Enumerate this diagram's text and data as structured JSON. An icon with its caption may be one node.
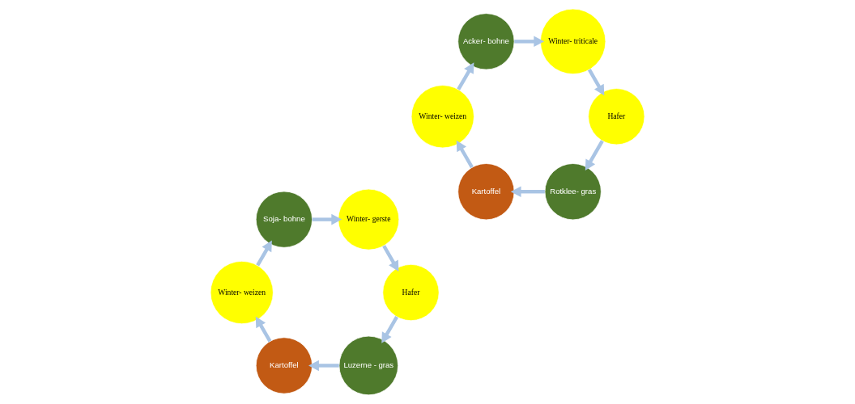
{
  "diagram": {
    "nodes": [
      {
        "text": [
          "Luzerne - gras"
        ]
      },
      {
        "text": [
          "Kartoffel"
        ]
      },
      {
        "text": [
          "Winter- weizen"
        ]
      },
      {
        "text": [
          "Soja- bohne"
        ]
      },
      {
        "text": [
          "Winter- gerste"
        ]
      },
      {
        "text": [
          "Hafer"
        ]
      },
      {
        "text": [
          "Rotklee- gras"
        ]
      },
      {
        "text": [
          "Kartoffel"
        ]
      },
      {
        "text": [
          "Winter- weizen"
        ]
      },
      {
        "text": [
          "Acker- bohne"
        ]
      },
      {
        "text": [
          "Winter- triticale"
        ]
      },
      {
        "text": [
          "Hafer"
        ]
      }
    ],
    "edges": [
      {
        "from": 5,
        "to": 0,
        "arrow": "to"
      },
      {
        "from": 0,
        "to": 1,
        "arrow": "to"
      },
      {
        "from": 1,
        "to": 2,
        "arrow": "to"
      },
      {
        "from": 2,
        "to": 3,
        "arrow": "to"
      },
      {
        "from": 3,
        "to": 4,
        "arrow": "to"
      },
      {
        "from": 4,
        "to": 5,
        "arrow": "to"
      },
      {
        "from": 11,
        "to": 6,
        "arrow": "to"
      },
      {
        "from": 6,
        "to": 7,
        "arrow": "to"
      },
      {
        "from": 7,
        "to": 8,
        "arrow": "to"
      },
      {
        "from": 8,
        "to": 9,
        "arrow": "to"
      },
      {
        "from": 9,
        "to": 10,
        "arrow": "to"
      },
      {
        "from": 10,
        "to": 11,
        "arrow": "to"
      }
    ]
  }
}
